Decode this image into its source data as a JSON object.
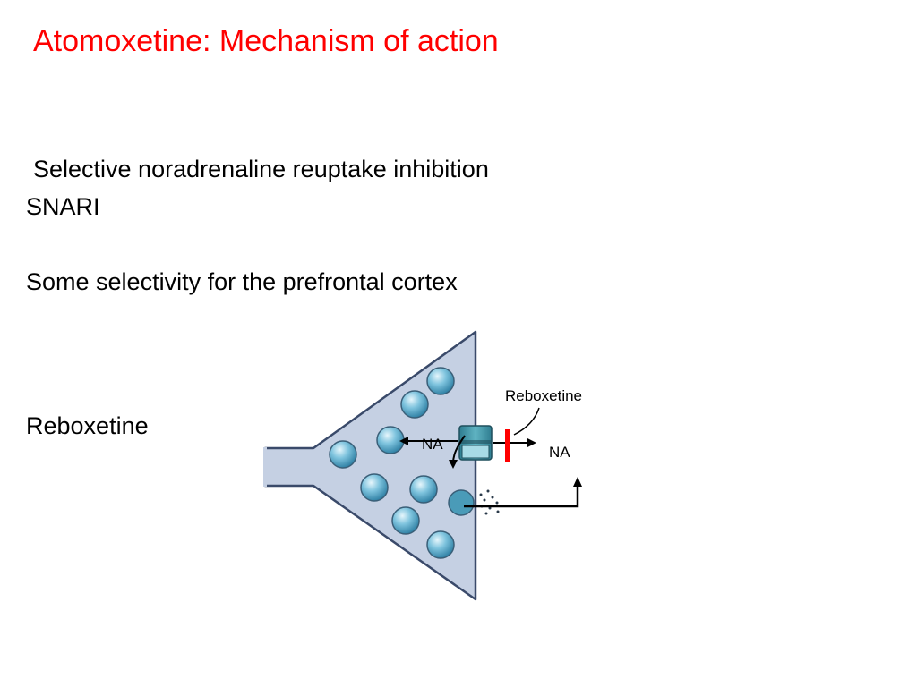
{
  "slide": {
    "title": "Atomoxetine: Mechanism of action",
    "title_color": "#ff0000",
    "lines": [
      "Selective noradrenaline reuptake inhibition",
      "SNARI",
      "Some selectivity for the prefrontal cortex"
    ],
    "drug_label": "Reboxetine"
  },
  "diagram": {
    "drug_name": "Reboxetine",
    "na_inside": "NA",
    "na_outside": "NA",
    "colors": {
      "neuron_fill": "#c5d0e3",
      "vesicle": "#5fb2d0",
      "vesicle_dark": "#2e6f8e",
      "transporter": "#3e8ea0",
      "block_bar": "#ff0000"
    }
  }
}
